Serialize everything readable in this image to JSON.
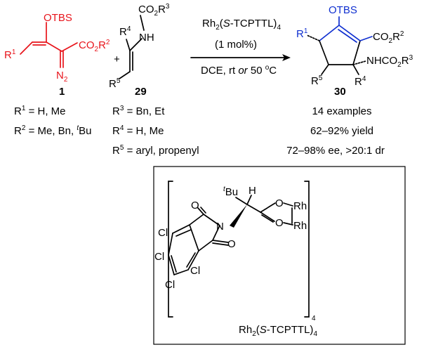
{
  "diazo": {
    "otbs": "OTBS",
    "r1": "R",
    "r1_sup": "1",
    "co2": "CO",
    "co2_sub": "2",
    "r2": "R",
    "r2_sup": "2",
    "n2": "N",
    "n2_sub": "2",
    "number": "1",
    "cond1_pre": "R",
    "cond1_sup": "1",
    "cond1_text": " = H, Me",
    "cond2_pre": "R",
    "cond2_sup": "2",
    "cond2_text": " = Me, Bn, ",
    "cond2_t": "t",
    "cond2_bu": "Bu"
  },
  "plus": "+",
  "enamide": {
    "co2": "CO",
    "co2_sub": "2",
    "r3": "R",
    "r3_sup": "3",
    "nh": "NH",
    "r4": "R",
    "r4_sup": "4",
    "r5": "R",
    "r5_sup": "5",
    "number": "29",
    "cond3_pre": "R",
    "cond3_sup": "3",
    "cond3_text": " = Bn, Et",
    "cond4_pre": "R",
    "cond4_sup": "4",
    "cond4_text": " = H, Me",
    "cond5_pre": "R",
    "cond5_sup": "5",
    "cond5_text": " = aryl, propenyl"
  },
  "arrow": {
    "catalyst_a": "Rh",
    "catalyst_a_sub": "2",
    "catalyst_b": "(",
    "catalyst_s": "S",
    "catalyst_c": "-TCPTTL)",
    "catalyst_c_sub": "4",
    "loading": "(1 mol%)",
    "solvent_a": "DCE, rt ",
    "solvent_or": "or",
    "solvent_b": " 50 ",
    "solvent_deg": "o",
    "solvent_c": "C"
  },
  "product": {
    "otbs": "OTBS",
    "r1": "R",
    "r1_sup": "1",
    "co2": "CO",
    "co2_sub": "2",
    "r2": "R",
    "r2_sup": "2",
    "nhco2": "NHCO",
    "nhco2_sub": "2",
    "r3": "R",
    "r3_sup": "3",
    "r5": "R",
    "r5_sup": "5",
    "r4": "R",
    "r4_sup": "4",
    "number": "30",
    "examples": "14 examples",
    "yield": "62–92% yield",
    "selectivity": "72–98% ee, >20:1 dr"
  },
  "catalyst_box": {
    "tbu_t": "t",
    "tbu_bu": "Bu",
    "h": "H",
    "o_top": "O",
    "o_bot": "O",
    "rh_top": "Rh",
    "rh_bot": "Rh",
    "n": "N",
    "o_imide_top": "O",
    "o_imide_bot": "O",
    "cl1": "Cl",
    "cl2": "Cl",
    "cl3": "Cl",
    "cl4": "Cl",
    "bracket_sub": "4",
    "label_a": "Rh",
    "label_a_sub": "2",
    "label_b": "(",
    "label_s": "S",
    "label_c": "-TCPTTL)",
    "label_c_sub": "4"
  }
}
